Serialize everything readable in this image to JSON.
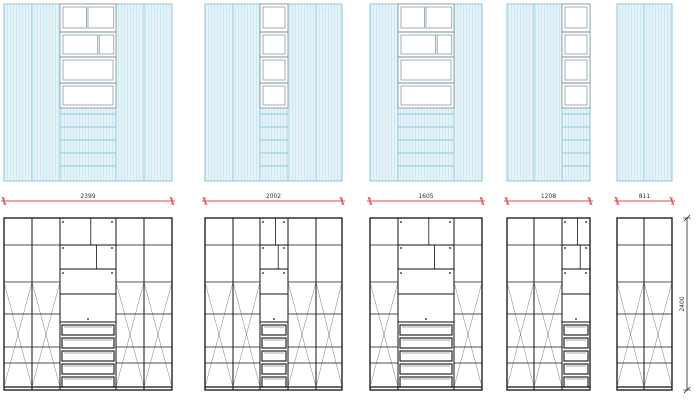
{
  "colors": {
    "elevation_fill": "#e6f4f9",
    "elevation_stroke": "#8ec6dc",
    "elevation_hatch": "#bfe1ee",
    "dimension_line": "#d84a4a",
    "frame_stroke": "#111111"
  },
  "wardrobes": [
    {
      "id": "w1",
      "width_label": "2399",
      "layout": "wide-center-drawers"
    },
    {
      "id": "w2",
      "width_label": "2002",
      "layout": "narrow-center-drawers"
    },
    {
      "id": "w3",
      "width_label": "1605",
      "layout": "center-drawers-right-shelves"
    },
    {
      "id": "w4",
      "width_label": "1208",
      "layout": "right-drawers"
    },
    {
      "id": "w5",
      "width_label": "811",
      "layout": "two-doors"
    }
  ],
  "height_dimension": {
    "label": "2400"
  }
}
